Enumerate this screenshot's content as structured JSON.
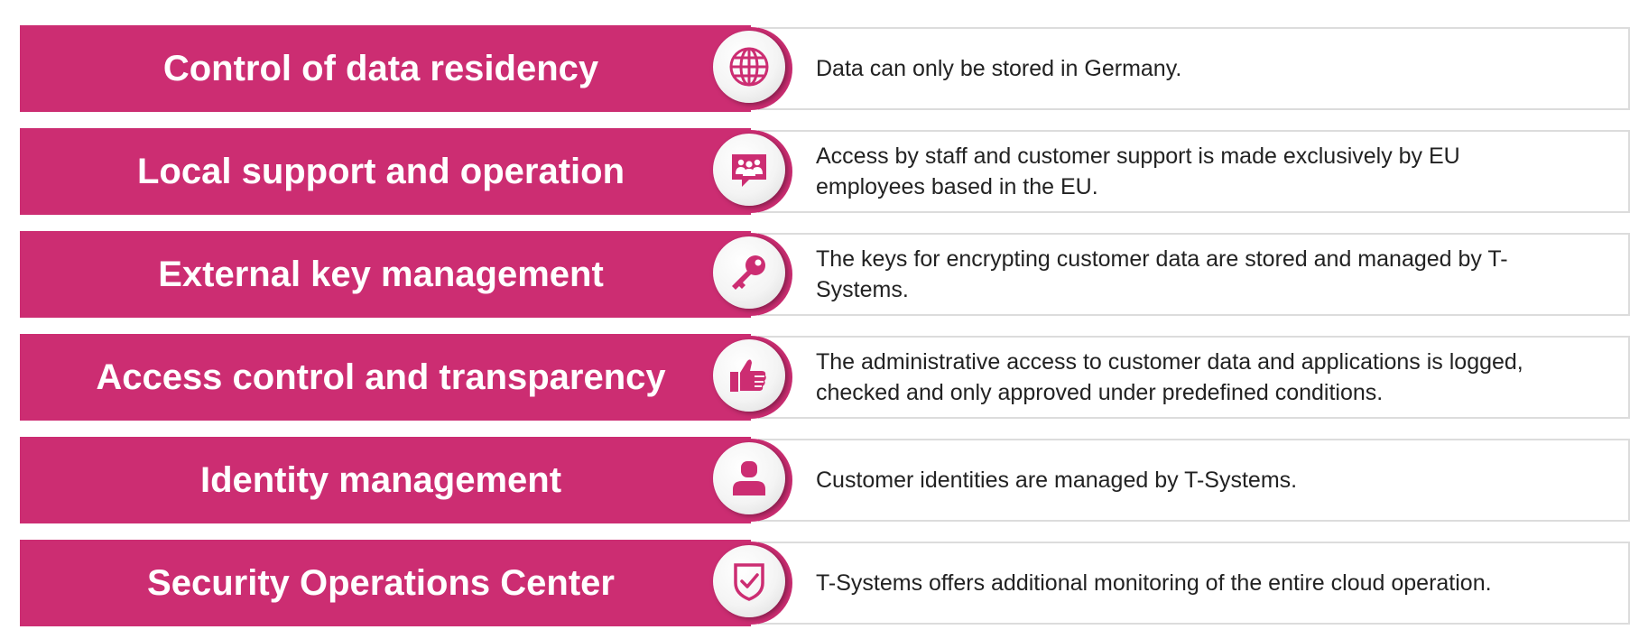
{
  "accent_color": "#cc2d72",
  "rows": [
    {
      "title": "Control of data residency",
      "icon": "globe-icon",
      "description": "Data can only be stored in Germany."
    },
    {
      "title": "Local support and operation",
      "icon": "support-chat-icon",
      "description": "Access by staff and customer support is made exclusively by EU employees based in the EU."
    },
    {
      "title": "External key management",
      "icon": "key-icon",
      "description": "The keys for encrypting customer data are stored and managed by T-Systems."
    },
    {
      "title": "Access control and transparency",
      "icon": "thumbs-up-icon",
      "description": "The administrative access to customer data and applications is logged, checked and only approved under predefined conditions."
    },
    {
      "title": "Identity management",
      "icon": "user-icon",
      "description": "Customer identities are managed by T-Systems."
    },
    {
      "title": "Security Operations Center",
      "icon": "shield-check-icon",
      "description": "T-Systems offers additional monitoring of the entire cloud operation."
    }
  ]
}
